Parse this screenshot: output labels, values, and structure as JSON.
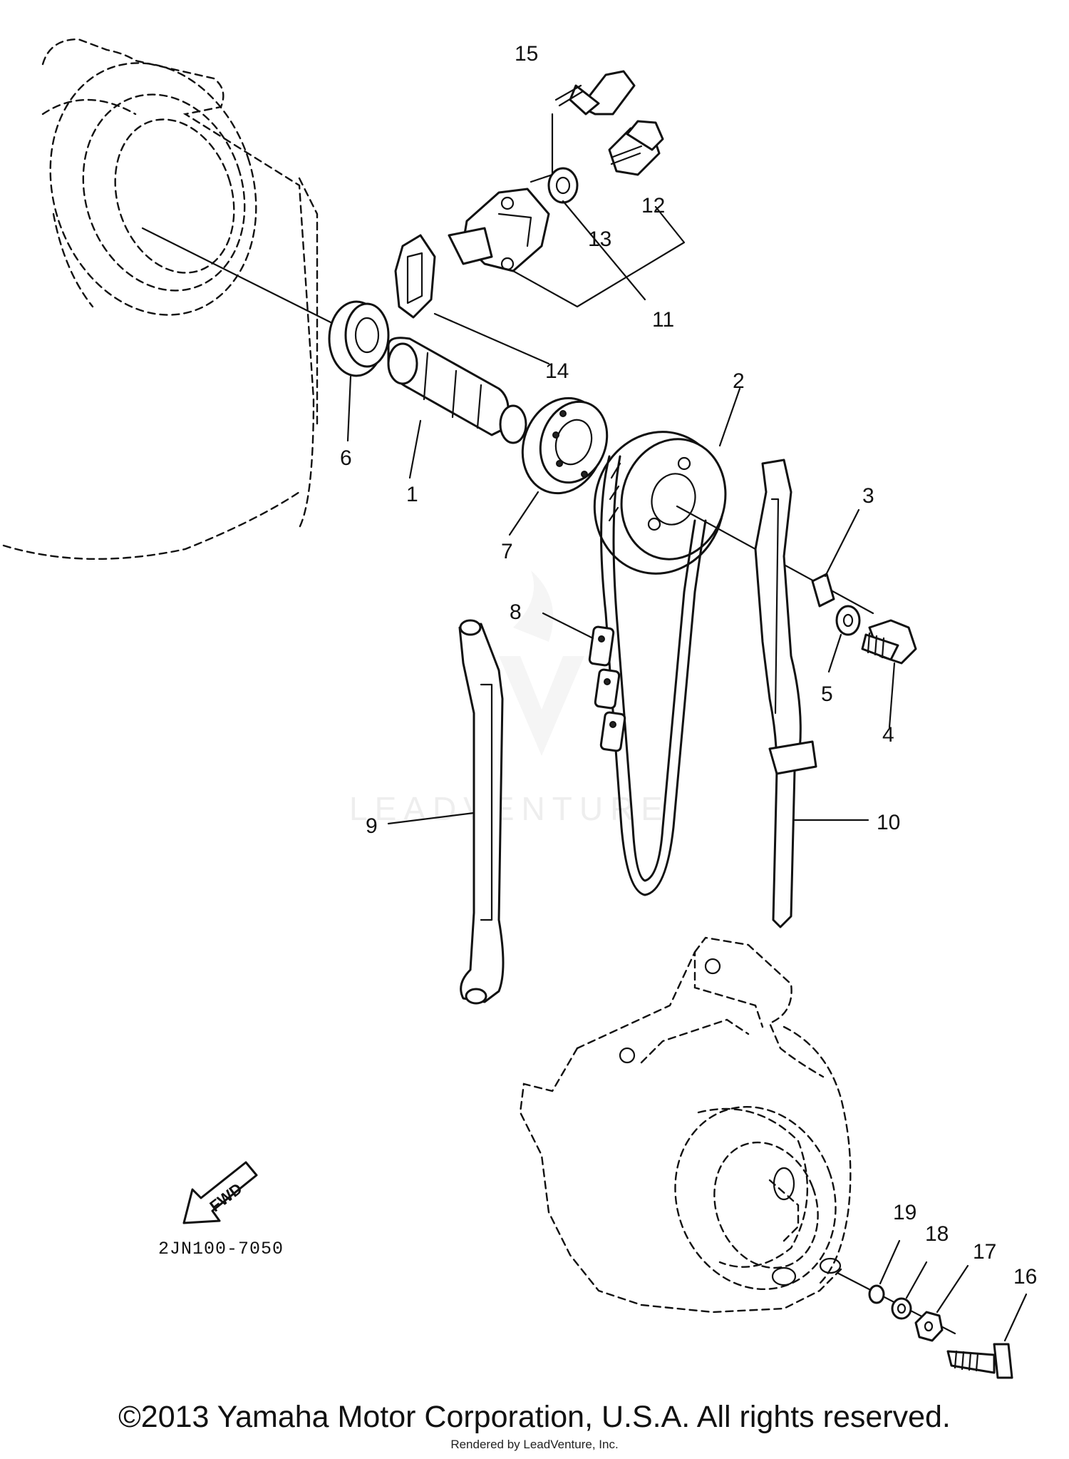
{
  "diagram": {
    "diagram_code": "2JN100-7050",
    "fwd_label": "FWD",
    "watermark": "LEADVENTURE",
    "callouts": {
      "c1": "1",
      "c2": "2",
      "c3": "3",
      "c4": "4",
      "c5": "5",
      "c6": "6",
      "c7": "7",
      "c8": "8",
      "c9": "9",
      "c10": "10",
      "c11": "11",
      "c12": "12",
      "c13": "13",
      "c14": "14",
      "c15": "15",
      "c16": "16",
      "c17": "17",
      "c18": "18",
      "c19": "19"
    }
  },
  "footer": {
    "copyright": "©2013 Yamaha Motor Corporation, U.S.A. All rights reserved.",
    "rendered_by": "Rendered by LeadVenture, Inc."
  }
}
